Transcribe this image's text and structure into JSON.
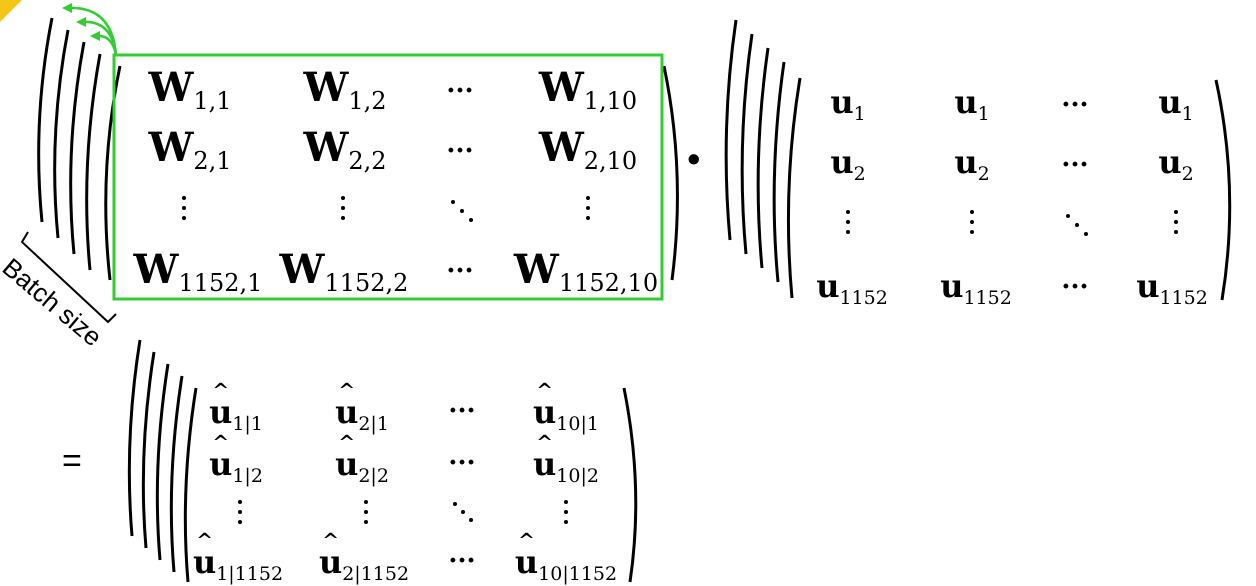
{
  "matrix_w": {
    "rows": [
      {
        "c1": {
          "b": "W",
          "s": "1,1"
        },
        "c2": {
          "b": "W",
          "s": "1,2"
        },
        "c3": "···",
        "c4": {
          "b": "W",
          "s": "1,10"
        }
      },
      {
        "c1": {
          "b": "W",
          "s": "2,1"
        },
        "c2": {
          "b": "W",
          "s": "2,2"
        },
        "c3": "···",
        "c4": {
          "b": "W",
          "s": "2,10"
        }
      },
      {
        "c1": {
          "b": "W",
          "s": "1152,1"
        },
        "c2": {
          "b": "W",
          "s": "1152,2"
        },
        "c3": "···",
        "c4": {
          "b": "W",
          "s": "1152,10"
        }
      }
    ],
    "highlight_color": "#33cc33"
  },
  "dot_operator": "·",
  "matrix_u": {
    "rows": [
      {
        "c1": {
          "b": "u",
          "s": "1"
        },
        "c2": {
          "b": "u",
          "s": "1"
        },
        "c3": "···",
        "c4": {
          "b": "u",
          "s": "1"
        }
      },
      {
        "c1": {
          "b": "u",
          "s": "2"
        },
        "c2": {
          "b": "u",
          "s": "2"
        },
        "c3": "···",
        "c4": {
          "b": "u",
          "s": "2"
        }
      },
      {
        "c1": {
          "b": "u",
          "s": "1152"
        },
        "c2": {
          "b": "u",
          "s": "1152"
        },
        "c3": "···",
        "c4": {
          "b": "u",
          "s": "1152"
        }
      }
    ]
  },
  "equals": "=",
  "matrix_uhat": {
    "rows": [
      {
        "c1": {
          "b": "u",
          "s": "1|1"
        },
        "c2": {
          "b": "u",
          "s": "2|1"
        },
        "c3": "···",
        "c4": {
          "b": "u",
          "s": "10|1"
        }
      },
      {
        "c1": {
          "b": "u",
          "s": "1|2"
        },
        "c2": {
          "b": "u",
          "s": "2|2"
        },
        "c3": "···",
        "c4": {
          "b": "u",
          "s": "10|2"
        }
      },
      {
        "c1": {
          "b": "u",
          "s": "1|1152"
        },
        "c2": {
          "b": "u",
          "s": "2|1152"
        },
        "c3": "···",
        "c4": {
          "b": "u",
          "s": "10|1152"
        }
      }
    ]
  },
  "batch_label": "Batch size",
  "colors": {
    "accent_green": "#33cc33",
    "corner_yellow": "#f5c518"
  }
}
